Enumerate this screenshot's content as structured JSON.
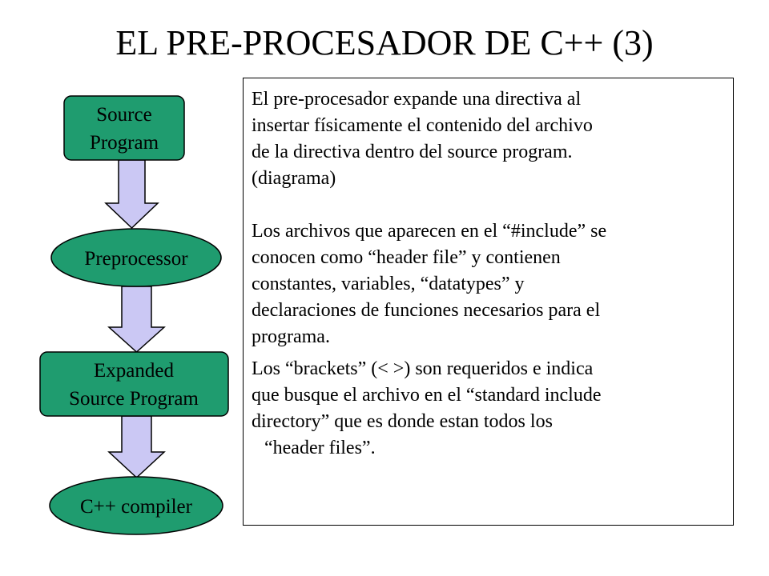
{
  "title": "EL PRE-PROCESADOR DE C++ (3)",
  "colors": {
    "node_fill": "#1f9c6f",
    "arrow_fill": "#cbc8f4",
    "stroke": "#000000"
  },
  "flow": {
    "source": [
      "Source",
      "Program"
    ],
    "preprocessor": "Preprocessor",
    "expanded": [
      "Expanded",
      "Source Program"
    ],
    "compiler": "C++ compiler"
  },
  "text": {
    "p1": [
      "El pre-procesador expande una directiva al",
      "insertar físicamente el contenido del archivo",
      "de la directiva dentro del source program.",
      "(diagrama)"
    ],
    "p2": [
      "Los archivos que aparecen en el “#include” se",
      "conocen como “header file” y contienen",
      "constantes, variables, “datatypes” y",
      "declaraciones de funciones necesarios para el",
      "programa."
    ],
    "p3": [
      "Los “brackets” (< >) son requeridos e indica",
      "que busque el archivo en el “standard include",
      "directory” que es donde estan todos los",
      "“header files”."
    ]
  }
}
